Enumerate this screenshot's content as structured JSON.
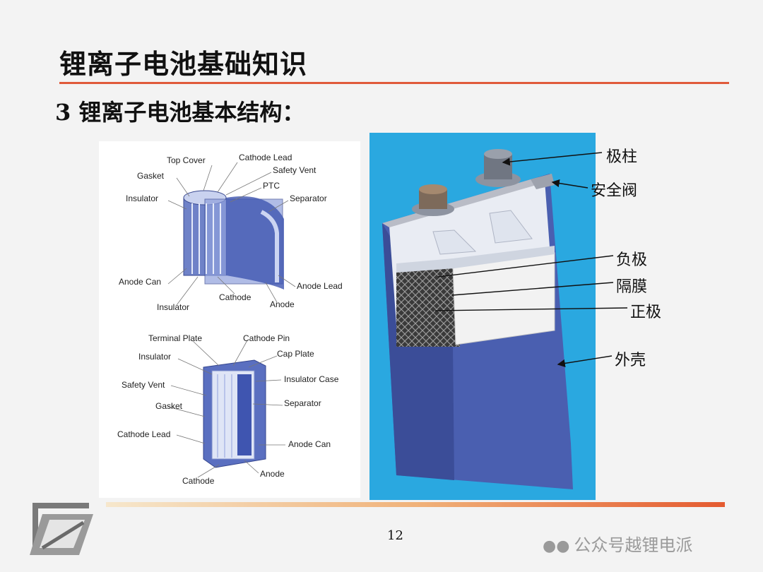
{
  "slide": {
    "title": "锂离子电池基础知识",
    "subtitle": "3 锂离子电池基本结构：",
    "page_number": "12",
    "watermark": "公众号越锂电派"
  },
  "colors": {
    "accent_rule": "#e05a3a",
    "prism_background": "#2aa8e0",
    "cell_blue": "#4a5fb0"
  },
  "cylindrical_labels": {
    "top_cover": "Top Cover",
    "cathode_lead_top": "Cathode Lead",
    "safety_vent_top": "Safety Vent",
    "gasket_top": "Gasket",
    "ptc": "PTC",
    "insulator_top": "Insulator",
    "separator_top": "Separator",
    "anode_can_top": "Anode Can",
    "anode_lead": "Anode Lead",
    "cathode_top": "Cathode",
    "insulator_bottom_top": "Insulator",
    "anode_top": "Anode"
  },
  "prismatic_small_labels": {
    "terminal_plate": "Terminal Plate",
    "cathode_pin": "Cathode Pin",
    "insulator": "Insulator",
    "cap_plate": "Cap Plate",
    "insulator_case": "Insulator Case",
    "safety_vent": "Safety Vent",
    "separator": "Separator",
    "gasket": "Gasket",
    "cathode_lead": "Cathode Lead",
    "anode_can": "Anode Can",
    "anode": "Anode",
    "cathode": "Cathode"
  },
  "prism_callouts": {
    "terminal": "极柱",
    "safety_valve": "安全阀",
    "negative": "负极",
    "separator": "隔膜",
    "positive": "正极",
    "casing": "外壳"
  }
}
